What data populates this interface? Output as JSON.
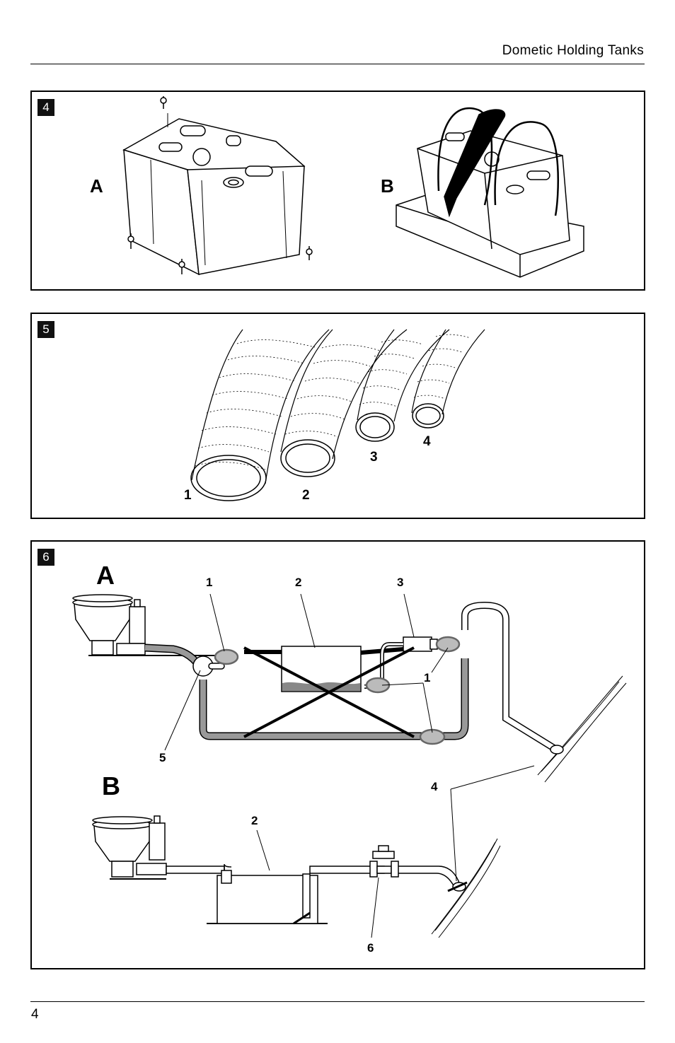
{
  "header": {
    "title": "Dometic Holding Tanks"
  },
  "figure4": {
    "number": "4",
    "label_a": "A",
    "label_b": "B"
  },
  "figure5": {
    "number": "5",
    "hoses": [
      "1",
      "2",
      "3",
      "4"
    ]
  },
  "figure6": {
    "number": "6",
    "label_a": "A",
    "label_b": "B",
    "callouts_a": {
      "c1": "1",
      "c2": "2",
      "c3": "3",
      "c1b": "1",
      "c5": "5"
    },
    "callouts_b": {
      "c4": "4",
      "c2": "2",
      "c6": "6"
    }
  },
  "footer": {
    "page_number": "4"
  }
}
